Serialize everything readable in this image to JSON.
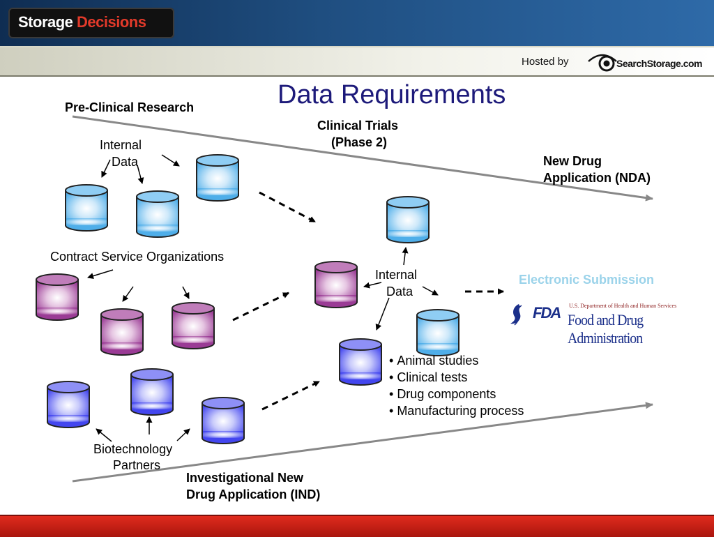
{
  "header": {
    "logo_word1": "Storage",
    "logo_word2": "Decisions",
    "hosted_by": "Hosted by",
    "sponsor": "SearchStorage.com"
  },
  "slide": {
    "title": "Data Requirements",
    "pre_clinical": "Pre-Clinical Research",
    "clinical_trials_1": "Clinical Trials",
    "clinical_trials_2": "(Phase 2)",
    "nda_1": "New Drug",
    "nda_2": "Application (NDA)",
    "internal_data_1": "Internal",
    "internal_data_2": "Data",
    "cro": "Contract Service Organizations",
    "center_internal_1": "Internal",
    "center_internal_2": "Data",
    "electronic_submission": "Electronic Submission",
    "biotech_1": "Biotechnology",
    "biotech_2": "Partners",
    "ind_1": "Investigational New",
    "ind_2": "Drug Application (IND)",
    "bullets": [
      "Animal studies",
      "Clinical tests",
      "Drug components",
      "Manufacturing process"
    ]
  },
  "fda_logo": {
    "mark": "FDA",
    "dept": "U.S. Department of Health and Human Services",
    "name": "Food and Drug Administration"
  },
  "colors": {
    "title": "#1d1a7a",
    "electronic_submission": "#9bd3ea",
    "cyl_blue": "#59b4ec",
    "cyl_purple": "#a0449a",
    "cyl_violet": "#4a4ef0",
    "top_bar": "#1f4e80",
    "bottom_bar": "#d82a1c"
  }
}
